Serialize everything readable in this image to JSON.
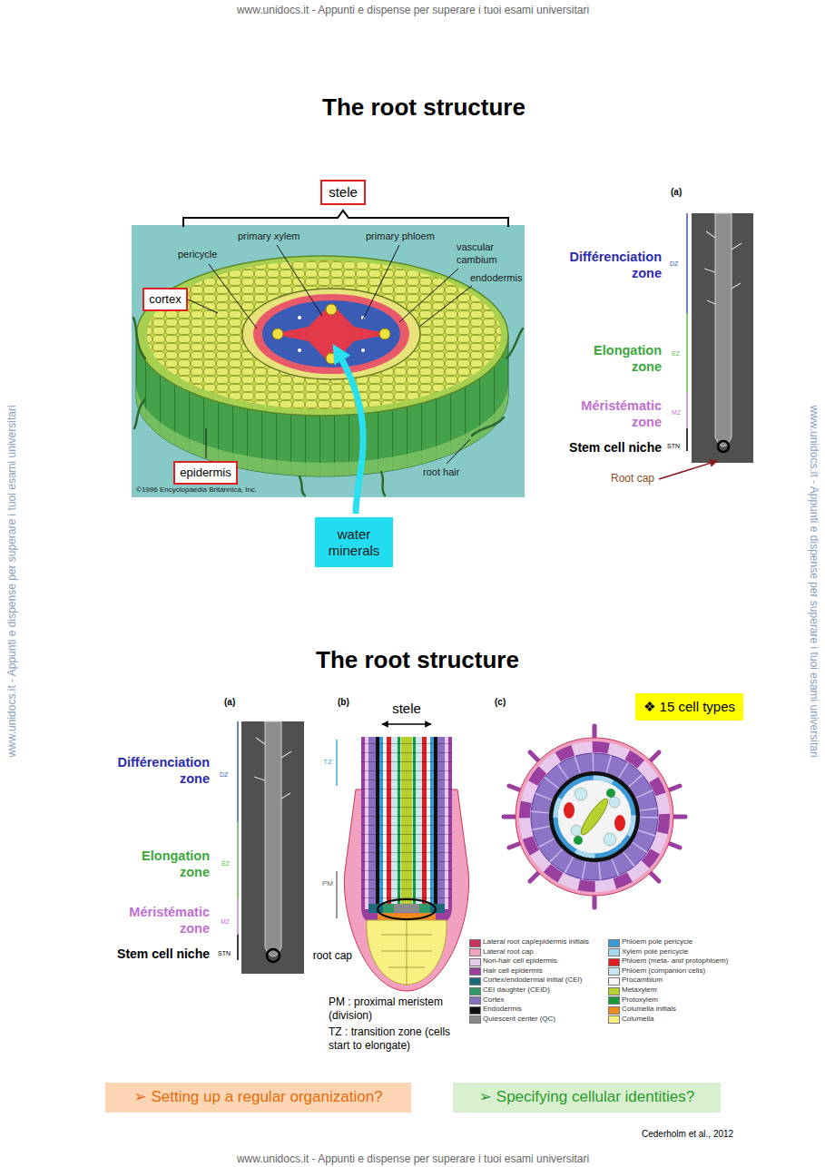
{
  "diagram": {
    "title": "The root structure",
    "nodes": [
      {
        "text": [
          "stele"
        ]
      },
      {
        "text": [
          "cortex"
        ]
      },
      {
        "text": [
          "epidermis"
        ]
      },
      {
        "text": [
          "water minerals"
        ]
      },
      {
        "text": [
          "❖ 15 cell types"
        ]
      },
      {
        "text": [
          "➢ Setting up a regular organization?"
        ]
      },
      {
        "text": [
          "➢ Specifying cellular identities?"
        ]
      }
    ],
    "labels": [
      "www.unidocs.it - Appunti e dispense per superare i tuoi esami universitari",
      "primary xylem",
      "primary phloem",
      "pericycle",
      "vascular cambium",
      "endodermis",
      "root hair",
      "©1996 Encyclopaedia Britannica, Inc.",
      "(a)",
      "Différenciation zone",
      "DZ",
      "Elongation zone",
      "EZ",
      "Méristématic zone",
      "MZ",
      "Stem cell niche",
      "STN",
      "Root cap",
      "The root structure",
      "(a)",
      "Différenciation zone",
      "DZ",
      "Elongation zone",
      "EZ",
      "Méristématic zone",
      "MZ",
      "Stem cell niche",
      "STN",
      "(b)",
      "stele",
      "TZ",
      "PM",
      "root cap",
      "PM : proximal meristem (division)",
      "TZ : transition zone (cells start to elongate)",
      "(c)",
      "Cederholm et al., 2012",
      "www.unidocs.it - Appunti e dispense per superare i tuoi esami universitari",
      "www.unidocs.it - Appunti e dispense per superare i tuoi esami universitari",
      "www.unidocs.it - Appunti e dispense per superare i tuoi esami universitari"
    ],
    "legend": [
      {
        "text": "Lateral root cap/epidermis initials",
        "color": "#c8325a"
      },
      {
        "text": "Lateral root cap",
        "color": "#f2a0c0"
      },
      {
        "text": "Non-hair cell epidermis",
        "color": "#e8c8ec"
      },
      {
        "text": "Hair cell epidermis",
        "color": "#9a3fa0"
      },
      {
        "text": "Cortex/endodermal initial (CEI)",
        "color": "#1a6a7a"
      },
      {
        "text": "CEI daughter (CEID)",
        "color": "#2e9a6a"
      },
      {
        "text": "Cortex",
        "color": "#8a6fc0"
      },
      {
        "text": "Endodermis",
        "color": "#111111"
      },
      {
        "text": "Quiescent center (QC)",
        "color": "#8a8a8a"
      },
      {
        "text": "Phloem pole pericycle",
        "color": "#3a9ad8"
      },
      {
        "text": "Xylem pole pericycle",
        "color": "#a8d8f0"
      },
      {
        "text": "Phloem (meta- and protophloem)",
        "color": "#e02020"
      },
      {
        "text": "Phloem (companion cells)",
        "color": "#c8e8f0"
      },
      {
        "text": "Procambium",
        "color": "#f4f4f4"
      },
      {
        "text": "Metaxylem",
        "color": "#b8d030"
      },
      {
        "text": "Protoxylem",
        "color": "#1a9a3a"
      },
      {
        "text": "Columella initials",
        "color": "#f08a20"
      },
      {
        "text": "Columella",
        "color": "#f8f080"
      }
    ]
  }
}
